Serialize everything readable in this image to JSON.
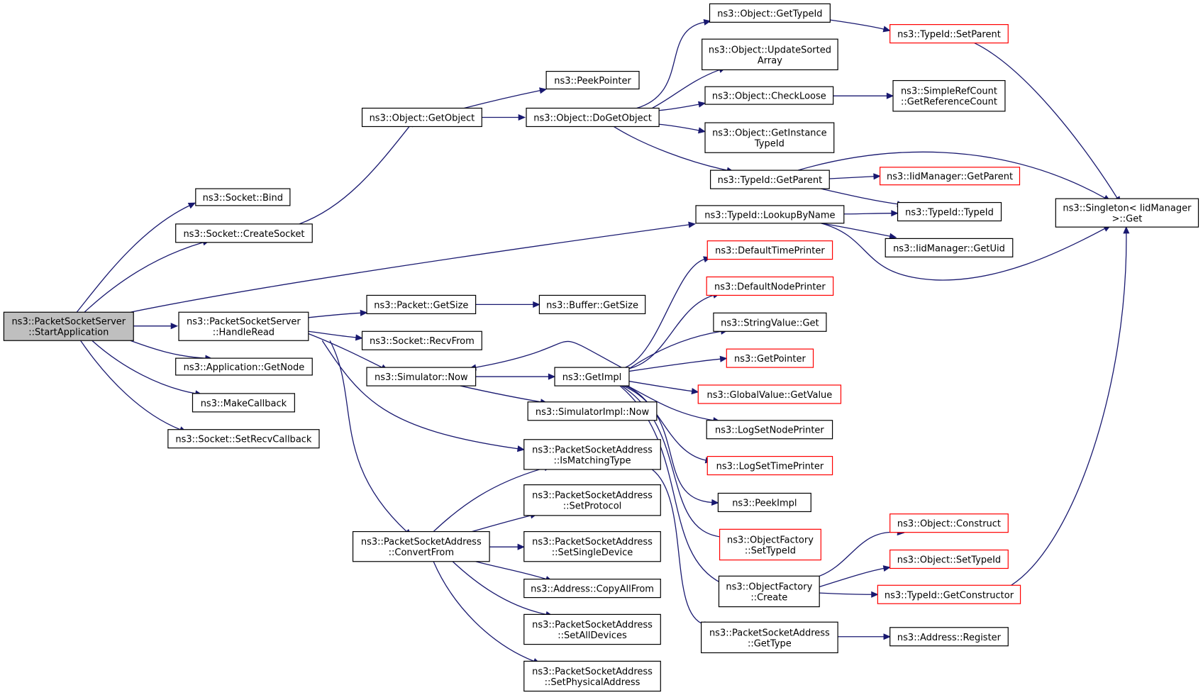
{
  "graph": {
    "title": "",
    "edge_color": "#191970",
    "root_fill": "#bfbfbf",
    "nodes": [
      {
        "id": "start",
        "lines": [
          "ns3::PacketSocketServer",
          "::StartApplication"
        ],
        "style": "root"
      },
      {
        "id": "bind",
        "lines": [
          "ns3::Socket::Bind"
        ],
        "style": "normal"
      },
      {
        "id": "createsocket",
        "lines": [
          "ns3::Socket::CreateSocket"
        ],
        "style": "normal"
      },
      {
        "id": "handleread",
        "lines": [
          "ns3::PacketSocketServer",
          "::HandleRead"
        ],
        "style": "normal"
      },
      {
        "id": "getnode",
        "lines": [
          "ns3::Application::GetNode"
        ],
        "style": "normal"
      },
      {
        "id": "makecallback",
        "lines": [
          "ns3::MakeCallback"
        ],
        "style": "normal"
      },
      {
        "id": "setrecvcb",
        "lines": [
          "ns3::Socket::SetRecvCallback"
        ],
        "style": "normal"
      },
      {
        "id": "getobject",
        "lines": [
          "ns3::Object::GetObject"
        ],
        "style": "normal"
      },
      {
        "id": "peekpointer",
        "lines": [
          "ns3::PeekPointer"
        ],
        "style": "normal"
      },
      {
        "id": "dogetobject",
        "lines": [
          "ns3::Object::DoGetObject"
        ],
        "style": "normal"
      },
      {
        "id": "gettypeid",
        "lines": [
          "ns3::Object::GetTypeId"
        ],
        "style": "normal"
      },
      {
        "id": "updatesorted",
        "lines": [
          "ns3::Object::UpdateSorted",
          "Array"
        ],
        "style": "normal"
      },
      {
        "id": "checkloose",
        "lines": [
          "ns3::Object::CheckLoose"
        ],
        "style": "normal"
      },
      {
        "id": "getinstance",
        "lines": [
          "ns3::Object::GetInstance",
          "TypeId"
        ],
        "style": "normal"
      },
      {
        "id": "getparent",
        "lines": [
          "ns3::TypeId::GetParent"
        ],
        "style": "normal"
      },
      {
        "id": "setparent",
        "lines": [
          "ns3::TypeId::SetParent"
        ],
        "style": "red"
      },
      {
        "id": "simplerefcount",
        "lines": [
          "ns3::SimpleRefCount",
          "::GetReferenceCount"
        ],
        "style": "normal"
      },
      {
        "id": "iidgetparent",
        "lines": [
          "ns3::IidManager::GetParent"
        ],
        "style": "red"
      },
      {
        "id": "typeidtypeid",
        "lines": [
          "ns3::TypeId::TypeId"
        ],
        "style": "normal"
      },
      {
        "id": "singleton",
        "lines": [
          "ns3::Singleton< IidManager",
          " >::Get"
        ],
        "style": "normal"
      },
      {
        "id": "lookupbyname",
        "lines": [
          "ns3::TypeId::LookupByName"
        ],
        "style": "normal"
      },
      {
        "id": "getuid",
        "lines": [
          "ns3::IidManager::GetUid"
        ],
        "style": "normal"
      },
      {
        "id": "packetgetsize",
        "lines": [
          "ns3::Packet::GetSize"
        ],
        "style": "normal"
      },
      {
        "id": "buffergetsize",
        "lines": [
          "ns3::Buffer::GetSize"
        ],
        "style": "normal"
      },
      {
        "id": "recvfrom",
        "lines": [
          "ns3::Socket::RecvFrom"
        ],
        "style": "normal"
      },
      {
        "id": "simnow",
        "lines": [
          "ns3::Simulator::Now"
        ],
        "style": "normal"
      },
      {
        "id": "getimpl",
        "lines": [
          "ns3::GetImpl"
        ],
        "style": "normal"
      },
      {
        "id": "simimplnow",
        "lines": [
          "ns3::SimulatorImpl::Now"
        ],
        "style": "normal"
      },
      {
        "id": "ismatching",
        "lines": [
          "ns3::PacketSocketAddress",
          "::IsMatchingType"
        ],
        "style": "normal"
      },
      {
        "id": "setprotocol",
        "lines": [
          "ns3::PacketSocketAddress",
          "::SetProtocol"
        ],
        "style": "normal"
      },
      {
        "id": "convertfrom",
        "lines": [
          "ns3::PacketSocketAddress",
          "::ConvertFrom"
        ],
        "style": "normal"
      },
      {
        "id": "setsingle",
        "lines": [
          "ns3::PacketSocketAddress",
          "::SetSingleDevice"
        ],
        "style": "normal"
      },
      {
        "id": "copyallfrom",
        "lines": [
          "ns3::Address::CopyAllFrom"
        ],
        "style": "normal"
      },
      {
        "id": "setalldevices",
        "lines": [
          "ns3::PacketSocketAddress",
          "::SetAllDevices"
        ],
        "style": "normal"
      },
      {
        "id": "setphysical",
        "lines": [
          "ns3::PacketSocketAddress",
          "::SetPhysicalAddress"
        ],
        "style": "normal"
      },
      {
        "id": "defaulttime",
        "lines": [
          "ns3::DefaultTimePrinter"
        ],
        "style": "red"
      },
      {
        "id": "defaultnode",
        "lines": [
          "ns3::DefaultNodePrinter"
        ],
        "style": "red"
      },
      {
        "id": "stringget",
        "lines": [
          "ns3::StringValue::Get"
        ],
        "style": "normal"
      },
      {
        "id": "getpointer",
        "lines": [
          "ns3::GetPointer"
        ],
        "style": "red"
      },
      {
        "id": "globalget",
        "lines": [
          "ns3::GlobalValue::GetValue"
        ],
        "style": "red"
      },
      {
        "id": "lognode",
        "lines": [
          "ns3::LogSetNodePrinter"
        ],
        "style": "normal"
      },
      {
        "id": "logtime",
        "lines": [
          "ns3::LogSetTimePrinter"
        ],
        "style": "red"
      },
      {
        "id": "peekimpl",
        "lines": [
          "ns3::PeekImpl"
        ],
        "style": "normal"
      },
      {
        "id": "ofsettypeid",
        "lines": [
          "ns3::ObjectFactory",
          "::SetTypeId"
        ],
        "style": "red"
      },
      {
        "id": "ofcreate",
        "lines": [
          "ns3::ObjectFactory",
          "::Create"
        ],
        "style": "normal"
      },
      {
        "id": "psagettype",
        "lines": [
          "ns3::PacketSocketAddress",
          "::GetType"
        ],
        "style": "normal"
      },
      {
        "id": "construct",
        "lines": [
          "ns3::Object::Construct"
        ],
        "style": "red"
      },
      {
        "id": "objsettypeid",
        "lines": [
          "ns3::Object::SetTypeId"
        ],
        "style": "red"
      },
      {
        "id": "getconstructor",
        "lines": [
          "ns3::TypeId::GetConstructor"
        ],
        "style": "red"
      },
      {
        "id": "register",
        "lines": [
          "ns3::Address::Register"
        ],
        "style": "normal"
      }
    ]
  }
}
